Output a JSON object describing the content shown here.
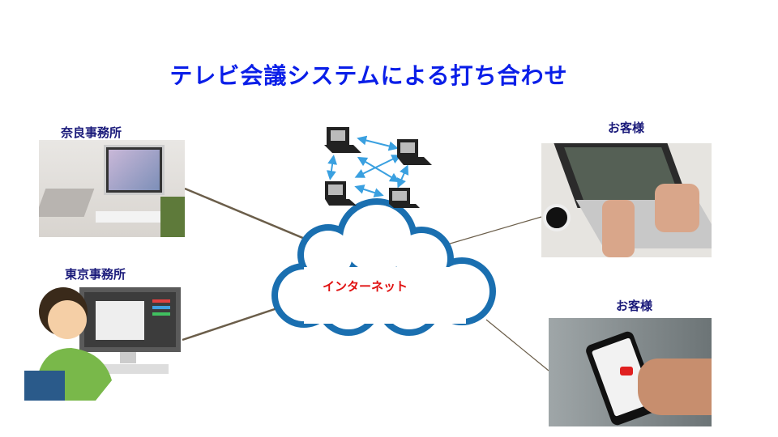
{
  "title": "テレビ会議システムによる打ち合わせ",
  "nodes": {
    "nara": "奈良事務所",
    "tokyo": "東京事務所",
    "customer1": "お客様",
    "customer2": "お客様"
  },
  "cloud_label": "インターネット",
  "colors": {
    "title": "#0a1ee8",
    "cloud": "#1a6fb0",
    "cloud_label": "#e01010",
    "arrows": "#3aa0e0",
    "lines": "#6b5e4a"
  }
}
